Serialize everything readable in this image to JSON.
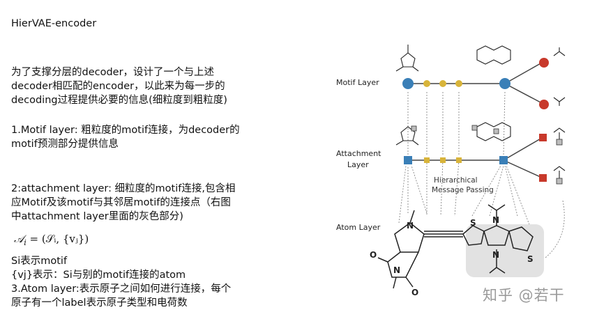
{
  "title": "HierVAE-encoder",
  "intro": [
    "为了支撑分层的decoder，设计了一个与上述",
    "decoder相匹配的encoder，以此来为每一步的",
    "decoding过程提供必要的信息(细粒度到粗粒度)"
  ],
  "motif": [
    "1.Motif layer: 粗粒度的motif连接，为decoder的",
    "motif预测部分提供信息"
  ],
  "attachment": [
    "2:attachment layer: 细粒度的motif连接,包含相",
    "应Motif及该motif与其邻居motif的连接点（右图",
    "中attachment layer里面的灰色部分)"
  ],
  "formula": {
    "lhs": "𝒜",
    "sub": "i",
    "rhs": "= (𝒮ᵢ, {vⱼ})"
  },
  "notes": [
    "Si表示motif",
    "{vj}表示：Si与别的motif连接的atom",
    "3.Atom layer:表示原子之间如何进行连接，每个",
    "原子有一个label表示原子类型和电荷数"
  ],
  "figure": {
    "layers": {
      "motif": "Motif Layer",
      "attachment_1": "Attachment",
      "attachment_2": "Layer",
      "atom": "Atom Layer"
    },
    "hier_1": "Hierarchical",
    "hier_2": "Message Passing",
    "atoms": {
      "n": "N",
      "s": "S",
      "o": "O"
    },
    "colors": {
      "motif_node": "#3a7fb7",
      "edge_node": "#d8b43a",
      "end_node": "#c8392b",
      "gray_box": "#e2e2e2"
    }
  },
  "watermark": "知乎 @若干"
}
